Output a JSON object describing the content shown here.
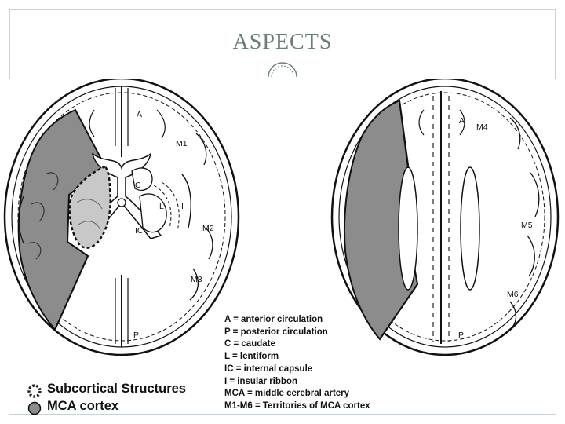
{
  "slide": {
    "title": "ASPECTS"
  },
  "region_labels": {
    "A": "A",
    "M1": "M1",
    "C": "C",
    "L": "L",
    "I": "I",
    "IC": "IC",
    "M2": "M2",
    "M3": "M3",
    "P": "P",
    "M4": "M4",
    "M5": "M5",
    "M6": "M6"
  },
  "legend": [
    "A = anterior circulation",
    "P = posterior circulation",
    "C = caudate",
    "L = lentiform",
    "IC = internal capsule",
    "I = insular ribbon",
    "MCA = middle cerebral artery",
    "M1-M6 = Territories of MCA cortex"
  ],
  "key": {
    "subcortical": "Subcortical Structures",
    "mca_cortex": "MCA cortex"
  },
  "colors": {
    "title": "#6a7d77",
    "shading": "#8c8c8c",
    "light_shading": "#c8c8c8",
    "frame": "#c9d4cf"
  }
}
